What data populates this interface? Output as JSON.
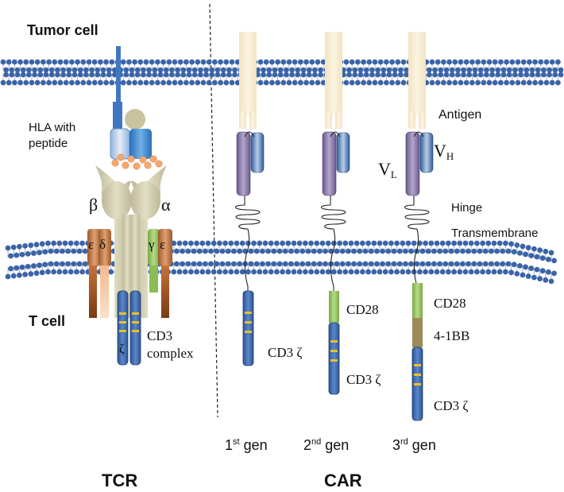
{
  "labels": {
    "tumor_cell": "Tumor cell",
    "t_cell": "T cell",
    "hla": "HLA with",
    "hla2": "peptide",
    "beta": "β",
    "alpha": "α",
    "epsilon_left": "ε",
    "delta": "δ",
    "gamma": "γ",
    "epsilon_right": "ε",
    "zeta": "ζ",
    "cd3_line1": "CD3",
    "cd3_line2": "complex",
    "antigen": "Antigen",
    "vh_base": "V",
    "vh_sub": "H",
    "vl_base": "V",
    "vl_sub": "L",
    "hinge": "Hinge",
    "transmembrane": "Transmembrane",
    "gen1_cd3z": "CD3 ζ",
    "gen2_cd28": "CD28",
    "gen2_cd3z": "CD3 ζ",
    "gen3_cd28": "CD28",
    "gen3_41bb": "4-1BB",
    "gen3_cd3z": "CD3 ζ",
    "gen1_num": "1",
    "gen1_sup": "st",
    "gen2_num": "2",
    "gen2_sup": "nd",
    "gen3_num": "3",
    "gen3_sup": "rd",
    "gen_word": " gen",
    "tcr": "TCR",
    "car": "CAR"
  },
  "colors": {
    "membrane_bead": "#3b64a8",
    "membrane_tail": "#9aa6b8",
    "receptor_tan": "#cfcaa8",
    "hla_blue": "#3f78c1",
    "scfv_purple": "#8a79a8",
    "scfv_blue": "#4a79b3",
    "antigen_cream": "#f3e5c4",
    "cd28_green": "#92c05a",
    "bb_brown": "#9c8a58",
    "zeta_blue": "#3a66ad",
    "itam_yellow": "#e8c12a",
    "peptide_orange": "#f6a86c"
  }
}
